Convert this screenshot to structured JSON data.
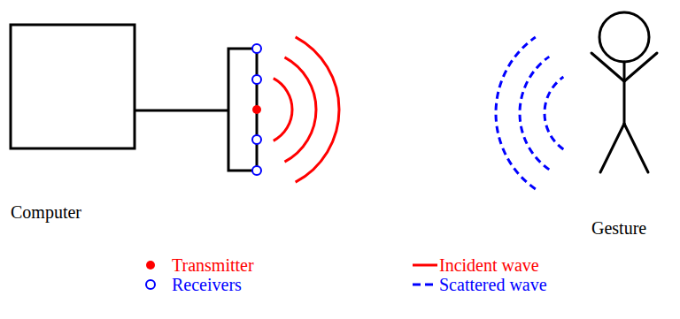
{
  "diagram": {
    "labels": [
      "Computer",
      "Gesture"
    ],
    "legend": [
      {
        "text": "Transmitter"
      },
      {
        "text": "Receivers"
      },
      {
        "text": "Incident wave"
      },
      {
        "text": "Scattered wave"
      }
    ]
  }
}
